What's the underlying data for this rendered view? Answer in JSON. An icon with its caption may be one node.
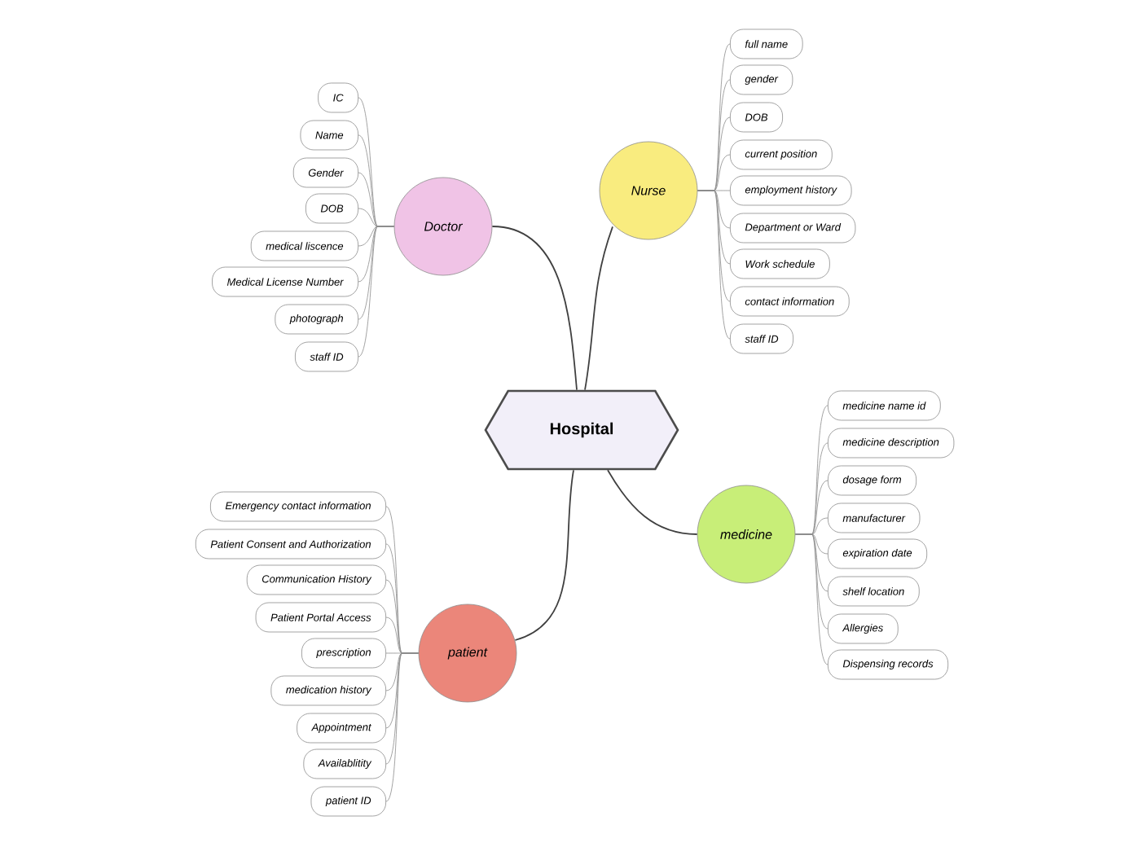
{
  "diagram": {
    "nodes": [
      {
        "text": [
          "Hospital"
        ]
      },
      {
        "text": [
          "Doctor"
        ]
      },
      {
        "text": [
          "Nurse"
        ]
      },
      {
        "text": [
          "medicine"
        ]
      },
      {
        "text": [
          "patient"
        ]
      },
      {
        "text": [
          "IC"
        ]
      },
      {
        "text": [
          "Name"
        ]
      },
      {
        "text": [
          "Gender"
        ]
      },
      {
        "text": [
          "DOB"
        ]
      },
      {
        "text": [
          "medical liscence"
        ]
      },
      {
        "text": [
          "Medical License Number"
        ]
      },
      {
        "text": [
          "photograph"
        ]
      },
      {
        "text": [
          "staff ID"
        ]
      },
      {
        "text": [
          "full name"
        ]
      },
      {
        "text": [
          "gender"
        ]
      },
      {
        "text": [
          "DOB"
        ]
      },
      {
        "text": [
          "current position"
        ]
      },
      {
        "text": [
          "employment history"
        ]
      },
      {
        "text": [
          "Department or Ward"
        ]
      },
      {
        "text": [
          "Work schedule"
        ]
      },
      {
        "text": [
          "contact information"
        ]
      },
      {
        "text": [
          "staff ID"
        ]
      },
      {
        "text": [
          "medicine name id"
        ]
      },
      {
        "text": [
          "medicine description"
        ]
      },
      {
        "text": [
          "dosage form"
        ]
      },
      {
        "text": [
          "manufacturer"
        ]
      },
      {
        "text": [
          "expiration date"
        ]
      },
      {
        "text": [
          "shelf location"
        ]
      },
      {
        "text": [
          "Allergies"
        ]
      },
      {
        "text": [
          "Dispensing records"
        ]
      },
      {
        "text": [
          "Emergency contact information"
        ]
      },
      {
        "text": [
          "Patient Consent and Authorization"
        ]
      },
      {
        "text": [
          "Communication History"
        ]
      },
      {
        "text": [
          "Patient Portal Access"
        ]
      },
      {
        "text": [
          "prescription"
        ]
      },
      {
        "text": [
          "medication history"
        ]
      },
      {
        "text": [
          "Appointment"
        ]
      },
      {
        "text": [
          "Availablitity"
        ]
      },
      {
        "text": [
          "patient ID"
        ]
      }
    ],
    "edges": [
      {
        "from": 0,
        "to": 1,
        "arrow": "none"
      },
      {
        "from": 0,
        "to": 2,
        "arrow": "none"
      },
      {
        "from": 0,
        "to": 3,
        "arrow": "none"
      },
      {
        "from": 0,
        "to": 4,
        "arrow": "none"
      },
      {
        "from": 1,
        "to": 5,
        "arrow": "none"
      },
      {
        "from": 1,
        "to": 6,
        "arrow": "none"
      },
      {
        "from": 1,
        "to": 7,
        "arrow": "none"
      },
      {
        "from": 1,
        "to": 8,
        "arrow": "none"
      },
      {
        "from": 1,
        "to": 9,
        "arrow": "none"
      },
      {
        "from": 1,
        "to": 10,
        "arrow": "none"
      },
      {
        "from": 1,
        "to": 11,
        "arrow": "none"
      },
      {
        "from": 1,
        "to": 12,
        "arrow": "none"
      },
      {
        "from": 2,
        "to": 13,
        "arrow": "none"
      },
      {
        "from": 2,
        "to": 14,
        "arrow": "none"
      },
      {
        "from": 2,
        "to": 15,
        "arrow": "none"
      },
      {
        "from": 2,
        "to": 16,
        "arrow": "none"
      },
      {
        "from": 2,
        "to": 17,
        "arrow": "none"
      },
      {
        "from": 2,
        "to": 18,
        "arrow": "none"
      },
      {
        "from": 2,
        "to": 19,
        "arrow": "none"
      },
      {
        "from": 2,
        "to": 20,
        "arrow": "none"
      },
      {
        "from": 2,
        "to": 21,
        "arrow": "none"
      },
      {
        "from": 3,
        "to": 22,
        "arrow": "none"
      },
      {
        "from": 3,
        "to": 23,
        "arrow": "none"
      },
      {
        "from": 3,
        "to": 24,
        "arrow": "none"
      },
      {
        "from": 3,
        "to": 25,
        "arrow": "none"
      },
      {
        "from": 3,
        "to": 26,
        "arrow": "none"
      },
      {
        "from": 3,
        "to": 27,
        "arrow": "none"
      },
      {
        "from": 3,
        "to": 28,
        "arrow": "none"
      },
      {
        "from": 3,
        "to": 29,
        "arrow": "none"
      },
      {
        "from": 4,
        "to": 30,
        "arrow": "none"
      },
      {
        "from": 4,
        "to": 31,
        "arrow": "none"
      },
      {
        "from": 4,
        "to": 32,
        "arrow": "none"
      },
      {
        "from": 4,
        "to": 33,
        "arrow": "none"
      },
      {
        "from": 4,
        "to": 34,
        "arrow": "none"
      },
      {
        "from": 4,
        "to": 35,
        "arrow": "none"
      },
      {
        "from": 4,
        "to": 36,
        "arrow": "none"
      },
      {
        "from": 4,
        "to": 37,
        "arrow": "none"
      },
      {
        "from": 4,
        "to": 38,
        "arrow": "none"
      }
    ]
  }
}
